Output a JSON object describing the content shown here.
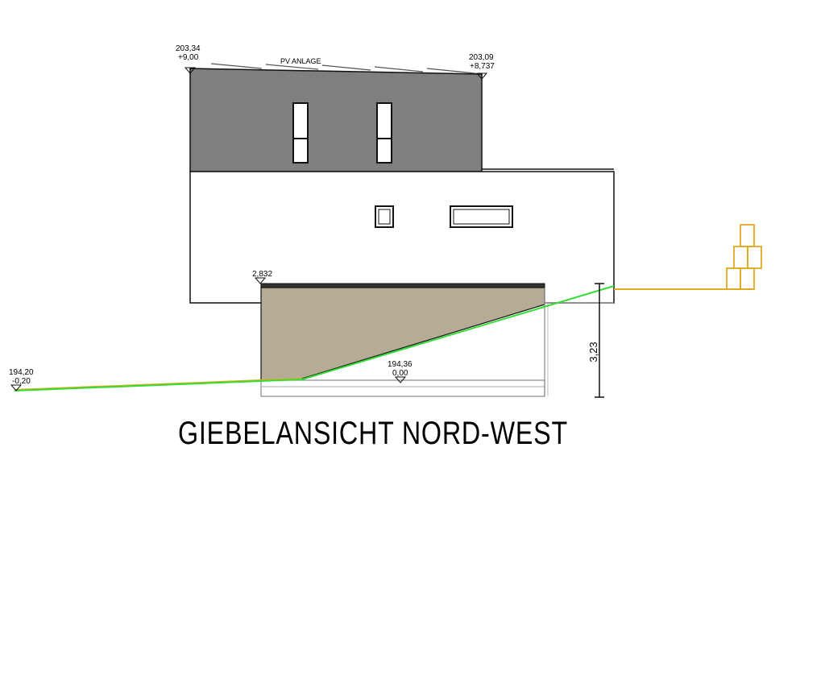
{
  "drawing": {
    "title": "GIEBELANSICHT NORD-WEST",
    "roof_label": "PV ANLAGE",
    "levels": {
      "roof_left": {
        "absolute": "203,34",
        "relative": "+9,00"
      },
      "roof_right": {
        "absolute": "203,09",
        "relative": "+8,737"
      },
      "garage_roof": {
        "value": "2,832"
      },
      "ground_left": {
        "absolute": "194,20",
        "relative": "-0,20"
      },
      "floor_zero": {
        "absolute": "194,36",
        "relative": "0,00"
      }
    },
    "dimension_height": "3,23"
  },
  "colors": {
    "roof_fill": "#7f7f7f",
    "garage_fill": "#b6ac95",
    "terrain_line": "#33dd33",
    "existing_terrain": "#e0aa20",
    "outline": "#111111"
  }
}
